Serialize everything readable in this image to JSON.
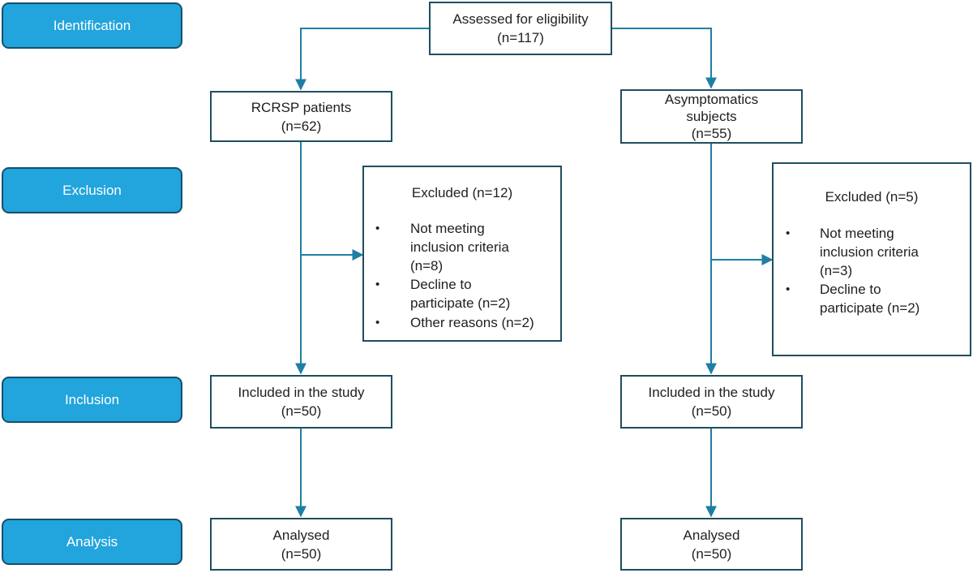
{
  "stages": {
    "identification": "Identification",
    "exclusion": "Exclusion",
    "inclusion": "Inclusion",
    "analysis": "Analysis"
  },
  "assessed": {
    "label": "Assessed for eligibility",
    "count": "(n=117)"
  },
  "left": {
    "group": {
      "label": "RCRSP patients",
      "count": "(n=62)"
    },
    "excluded": {
      "title": "Excluded  (n=12)",
      "items": [
        {
          "lines": [
            "Not meeting",
            "inclusion criteria",
            "(n=8)"
          ]
        },
        {
          "lines": [
            "Decline to",
            "participate (n=2)"
          ]
        },
        {
          "lines": [
            "Other reasons (n=2)"
          ]
        }
      ]
    },
    "included": {
      "label": "Included in the study",
      "count": "(n=50)"
    },
    "analysed": {
      "label": "Analysed",
      "count": "(n=50)"
    }
  },
  "right": {
    "group": {
      "label_line1": "Asymptomatics",
      "label_line2": "subjects",
      "count": "(n=55)"
    },
    "excluded": {
      "title": "Excluded  (n=5)",
      "items": [
        {
          "lines": [
            "Not meeting",
            "inclusion criteria",
            "(n=3)"
          ]
        },
        {
          "lines": [
            "Decline to",
            "participate (n=2)"
          ]
        }
      ]
    },
    "included": {
      "label": "Included in the study",
      "count": "(n=50)"
    },
    "analysed": {
      "label": "Analysed",
      "count": "(n=50)"
    }
  },
  "colors": {
    "stage_fill": "#22a4dc",
    "stage_border": "#164f6b",
    "box_border": "#1f4e5f",
    "arrow": "#1e7fa3"
  }
}
